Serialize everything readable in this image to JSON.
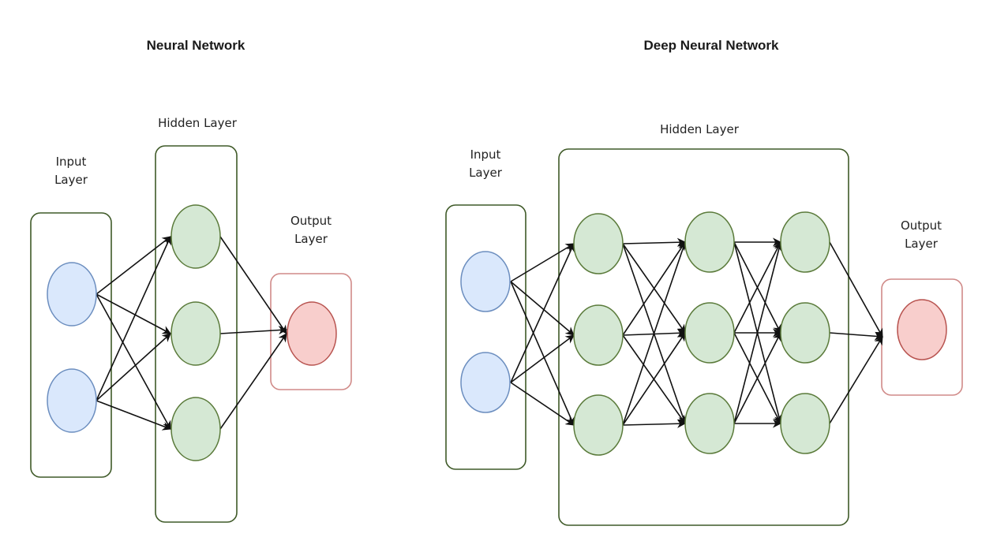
{
  "colors": {
    "input_fill": "#dae8fc",
    "input_stroke": "#6c8ebf",
    "hidden_fill": "#d5e8d4",
    "hidden_stroke": "#5a7a3a",
    "output_fill": "#f8cecc",
    "output_stroke": "#b85450",
    "group_stroke": "#3f5a28",
    "output_group_stroke": "#d08a88",
    "arrow": "#111111"
  },
  "diagrams": [
    {
      "title": "Neural Network",
      "input_label": [
        "Input",
        "Layer"
      ],
      "hidden_label": "Hidden Layer",
      "output_label": [
        "Output",
        "Layer"
      ],
      "input_nodes": 2,
      "hidden_layers": [
        3
      ],
      "output_nodes": 1
    },
    {
      "title": "Deep Neural Network",
      "input_label": [
        "Input",
        "Layer"
      ],
      "hidden_label": "Hidden Layer",
      "output_label": [
        "Output",
        "Layer"
      ],
      "input_nodes": 2,
      "hidden_layers": [
        3,
        3,
        3
      ],
      "output_nodes": 1
    }
  ]
}
